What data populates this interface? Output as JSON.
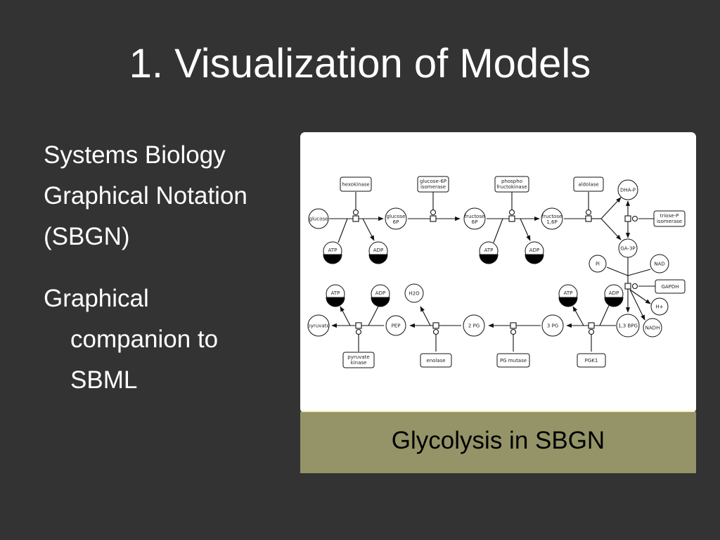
{
  "slide": {
    "title": "1. Visualization of Models",
    "bullets": {
      "first": [
        "Systems Biology",
        "Graphical Notation",
        "(SBGN)"
      ],
      "second": [
        "Graphical",
        "companion to",
        "SBML"
      ]
    },
    "caption": "Glycolysis in SBGN"
  },
  "diagram": {
    "metabolites": {
      "glucose": "glucose",
      "glucose6p": [
        "glucose",
        "6P"
      ],
      "fructose6p": [
        "fructose",
        "6P"
      ],
      "fructose16p": [
        "fructose",
        "1,6P"
      ],
      "dhap": "DHA-P",
      "ga3p": "GA-3P",
      "pi": "Pi",
      "nad": "NAD",
      "hplus": "H+",
      "nadh": "NADH",
      "bpg13": "1,3 BPG",
      "pg3": "3 PG",
      "pg2": "2 PG",
      "pep": "PEP",
      "h2o": "H2O",
      "pyruvate": "pyruvate",
      "atp": "ATP",
      "adp": "ADP"
    },
    "enzymes": {
      "hexokinase": "hexokinase",
      "g6p_isomerase": [
        "glucose-6P",
        "isomerase"
      ],
      "pfk": [
        "phospho",
        "fructokinase"
      ],
      "aldolase": "aldolase",
      "tp_isomerase": [
        "triose-P",
        "isomerase"
      ],
      "gapdh": "GAPDH",
      "pgk1": "PGK1",
      "pg_mutase": "PG mutase",
      "enolase": "enolase",
      "pyruvate_kinase": [
        "pyruvate",
        "kinase"
      ]
    }
  }
}
